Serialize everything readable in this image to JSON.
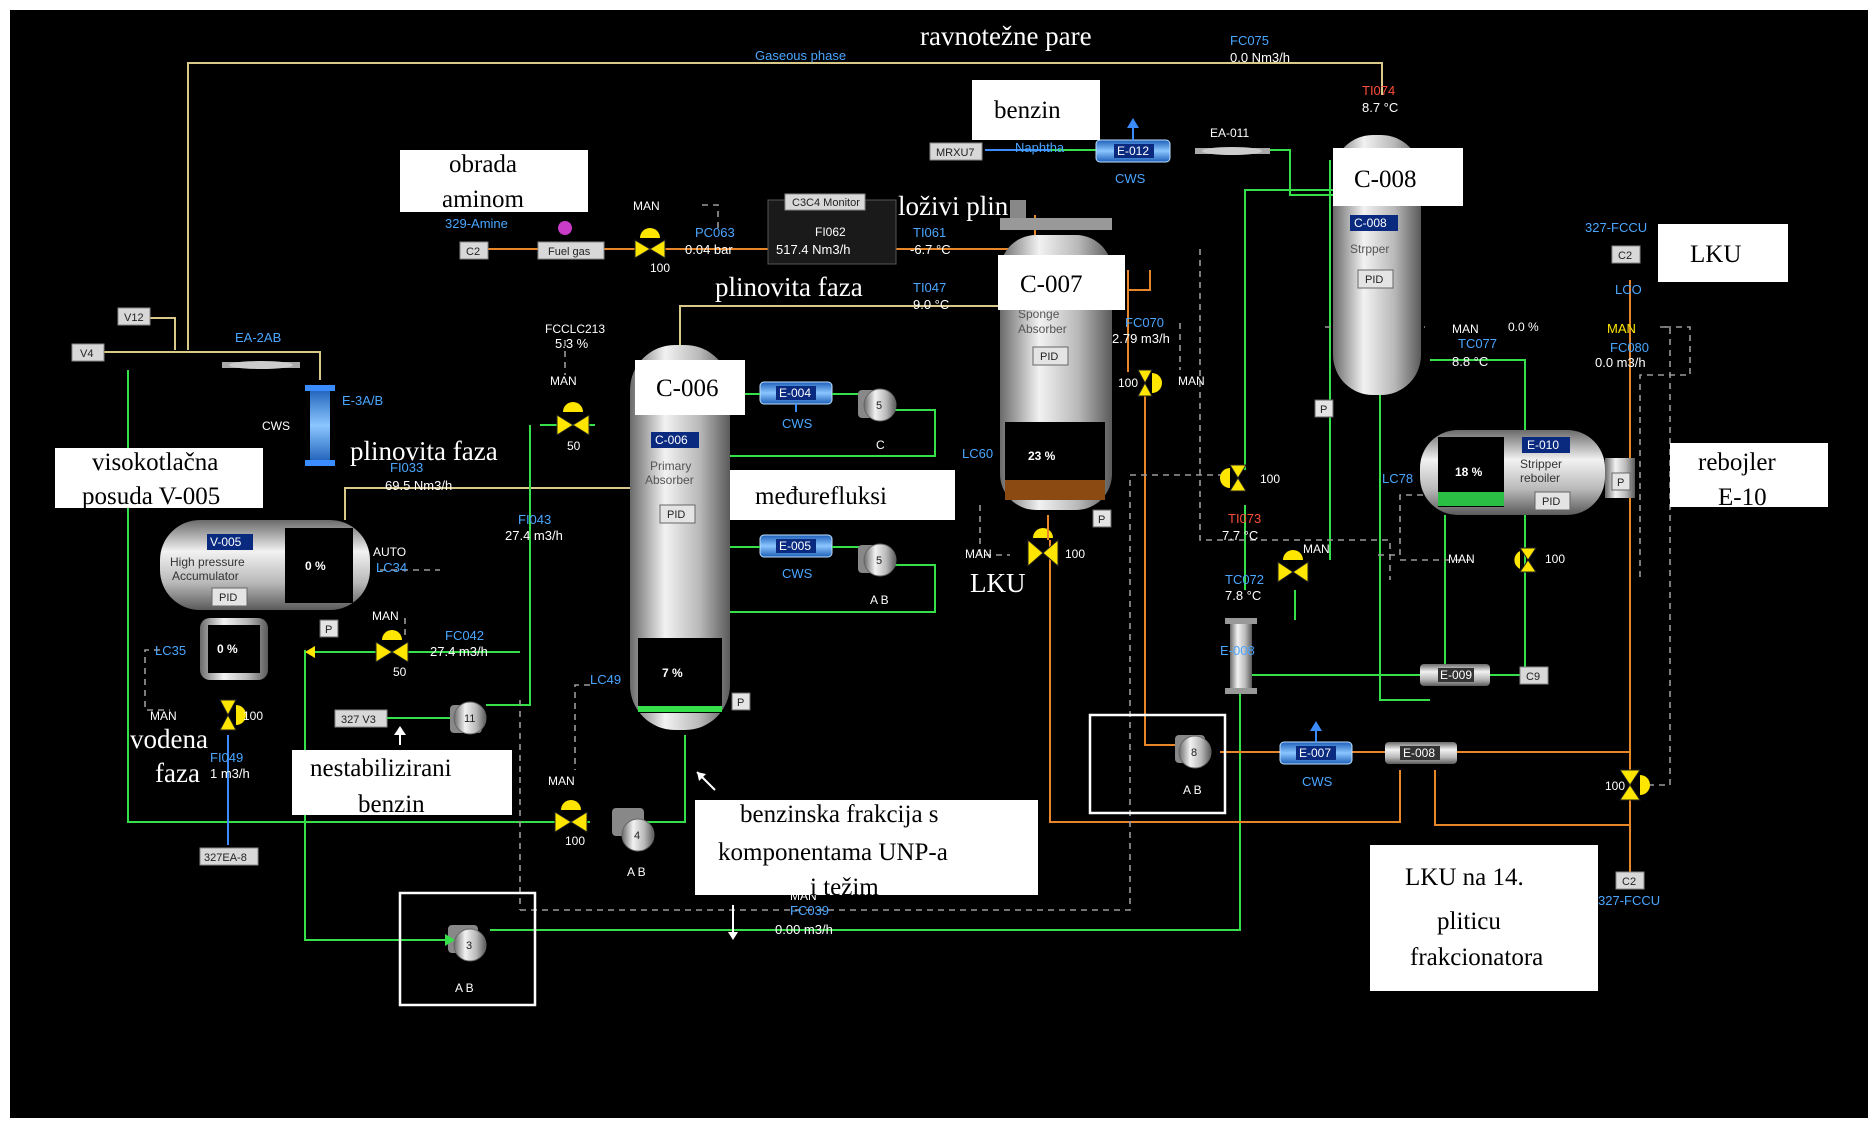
{
  "annotations": {
    "ravnotezne_pare": "ravnotežne pare",
    "benzin": "benzin",
    "obrada_aminom": [
      "obrada",
      "aminom"
    ],
    "lozivi_plin": "loživi plin",
    "plinovita_faza_top": "plinovita faza",
    "c007": "C-007",
    "c008": "C-008",
    "lku_top": "LKU",
    "c006": "C-006",
    "plinovita_faza_left": "plinovita faza",
    "visokotlacna": [
      "visokotlačna",
      "posuda V-005"
    ],
    "medurefluksi": "međurefluksi",
    "lku_mid": "LKU",
    "rebojler": [
      "rebojler",
      "E-10"
    ],
    "vodena_faza": [
      "vodena",
      "faza"
    ],
    "nestabilizirani": [
      "nestabilizirani",
      "benzin"
    ],
    "benzinska": [
      "benzinska frakcija s",
      "komponentama UNP-a",
      "i težim"
    ],
    "lku_na14": [
      "LKU na 14.",
      "pliticu",
      "frakcionatora"
    ]
  },
  "instruments": {
    "fc075_tag": "FC075",
    "fc075_val": "0.0 Nm3/h",
    "gaseous": "Gaseous phase",
    "ti074_tag": "TI074",
    "ti074_val": "8.7 °C",
    "naphtha": "Naphtha",
    "e012": "E-012",
    "cws_e012": "CWS",
    "ea011": "EA-011",
    "mrxu7": "MRXU7",
    "amine": "329-Amine",
    "c2_left": "C2",
    "fuel_gas": "Fuel gas",
    "man_pc063": "MAN",
    "pc063_tag": "PC063",
    "pc063_val": "0.04 bar",
    "pc063_pct": "100",
    "c3c4": "C3C4 Monitor",
    "fi062_tag": "FI062",
    "fi062_val": "517.4 Nm3/h",
    "ti061_tag": "TI061",
    "ti061_val": "-6.7 °C",
    "ti047_tag": "TI047",
    "ti047_val": "9.0 °C",
    "c008_tag": "C-008",
    "stripper": "Strpper",
    "pid": "PID",
    "fccu_top": "327-FCCU",
    "c2_right": "C2",
    "lco": "LCO",
    "man_right": "MAN",
    "zero_pct": "0.0 %",
    "man_right2": "MAN",
    "tc077_tag": "TC077",
    "tc077_val": "8.8 °C",
    "fc080_tag": "FC080",
    "fc080_val": "0.0 m3/h",
    "v12": "V12",
    "v4": "V4",
    "ea2ab": "EA-2AB",
    "e3ab": "E-3A/B",
    "cws_left": "CWS",
    "fcclc_tag": "FCCLC213",
    "fcclc_val": "5.3 %",
    "man_50": "MAN",
    "pct_50": "50",
    "c006_tag": "C-006",
    "primary": [
      "Primary",
      "Absorber"
    ],
    "e004": "E-004",
    "cws_e004": "CWS",
    "pump5c": "5",
    "pump5c_l": "C",
    "sponge": [
      "Sponge",
      "Absorber"
    ],
    "fc070_tag": "FC070",
    "fc070_val": "2.79 m3/h",
    "fc070_pct": "100",
    "fc070_man": "MAN",
    "c007_level": "23 %",
    "fi033_tag": "FI033",
    "fi033_val": "69.5 Nm3/h",
    "v005_tag": "V-005",
    "hp_acc": [
      "High pressure",
      "Accumulator"
    ],
    "v005_level": "0 %",
    "auto": "AUTO",
    "lc34": "LC34",
    "fi043_tag": "FI043",
    "fi043_val": "27.4 m3/h",
    "e005": "E-005",
    "cws_e005": "CWS",
    "pump5ab": "5",
    "pump5ab_l": "A B",
    "lc60": "LC60",
    "man_lc60": "MAN",
    "pct_lc60": "100",
    "e010_tag": "E-010",
    "stripper_reb": [
      "Stripper",
      "reboiler"
    ],
    "e010_level": "18 %",
    "lc78": "LC78",
    "man_lc78": "MAN",
    "pct_lc78": "100",
    "ti073_tag": "TI073",
    "ti073_val": "7.7 °C",
    "tc072_tag": "TC072",
    "tc072_val": "7.8 °C",
    "pct_tc": "100",
    "man_tc": "MAN",
    "e008_left": "E-008",
    "e009": "E-009",
    "c9": "C9",
    "boot_level": "0 %",
    "lc35": "LC35",
    "man_fc042": "MAN",
    "fc042_tag": "FC042",
    "fc042_val": "27.4 m3/h",
    "pct_fc042": "50",
    "c006_level": "7 %",
    "lc49": "LC49",
    "man_lc35": "MAN",
    "pct_lc35": "100",
    "fi049_tag": "FI049",
    "fi049_val": "1 m3/h",
    "v327v3": "327 V3",
    "pump11": "11",
    "ea8": "327EA-8",
    "man_lc49": "MAN",
    "pct_lc49": "100",
    "pump4": "4",
    "pump4_l": "A B",
    "pump8": "8",
    "pump8_l": "A B",
    "e007": "E-007",
    "cws_e007": "CWS",
    "e008_right": "E-008",
    "pct_right": "100",
    "c2_bot": "C2",
    "fccu_bot": "327-FCCU",
    "man_fc039": "MAN",
    "fc039_tag": "FC039",
    "fc039_val": "0.00 m3/h",
    "pump3": "3",
    "pump3_l": "A B",
    "p": "P"
  },
  "colors": {
    "background": "#000000",
    "pipe_green": "#35e04a",
    "pipe_yellow": "#d8c98a",
    "pipe_orange": "#e8862a",
    "tag_blue": "#4aa6ff",
    "alarm_red": "#ff4d3a",
    "valve_yellow": "#ffe600"
  }
}
